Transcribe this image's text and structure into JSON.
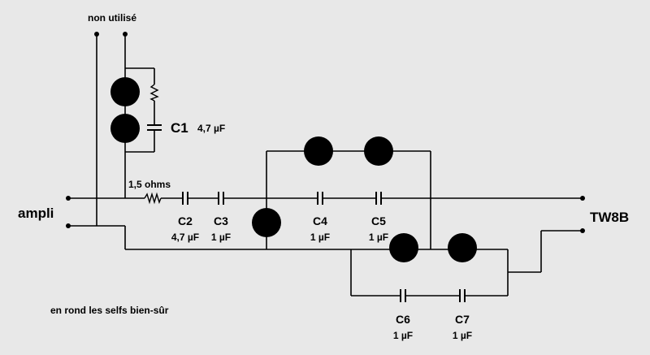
{
  "labels": {
    "unused": "non utilisé",
    "input": "ampli",
    "output": "TW8B",
    "note": "en rond les selfs bien-sûr",
    "resistor_series": "1,5 ohms"
  },
  "capacitors": {
    "c1": {
      "name": "C1",
      "value": "4,7 µF"
    },
    "c2": {
      "name": "C2",
      "value": "4,7 µF"
    },
    "c3": {
      "name": "C3",
      "value": "1 µF"
    },
    "c4": {
      "name": "C4",
      "value": "1 µF"
    },
    "c5": {
      "name": "C5",
      "value": "1 µF"
    },
    "c6": {
      "name": "C6",
      "value": "1 µF"
    },
    "c7": {
      "name": "C7",
      "value": "1 µF"
    }
  },
  "colors": {
    "background": "#e8e8e8",
    "ink": "#000000"
  }
}
